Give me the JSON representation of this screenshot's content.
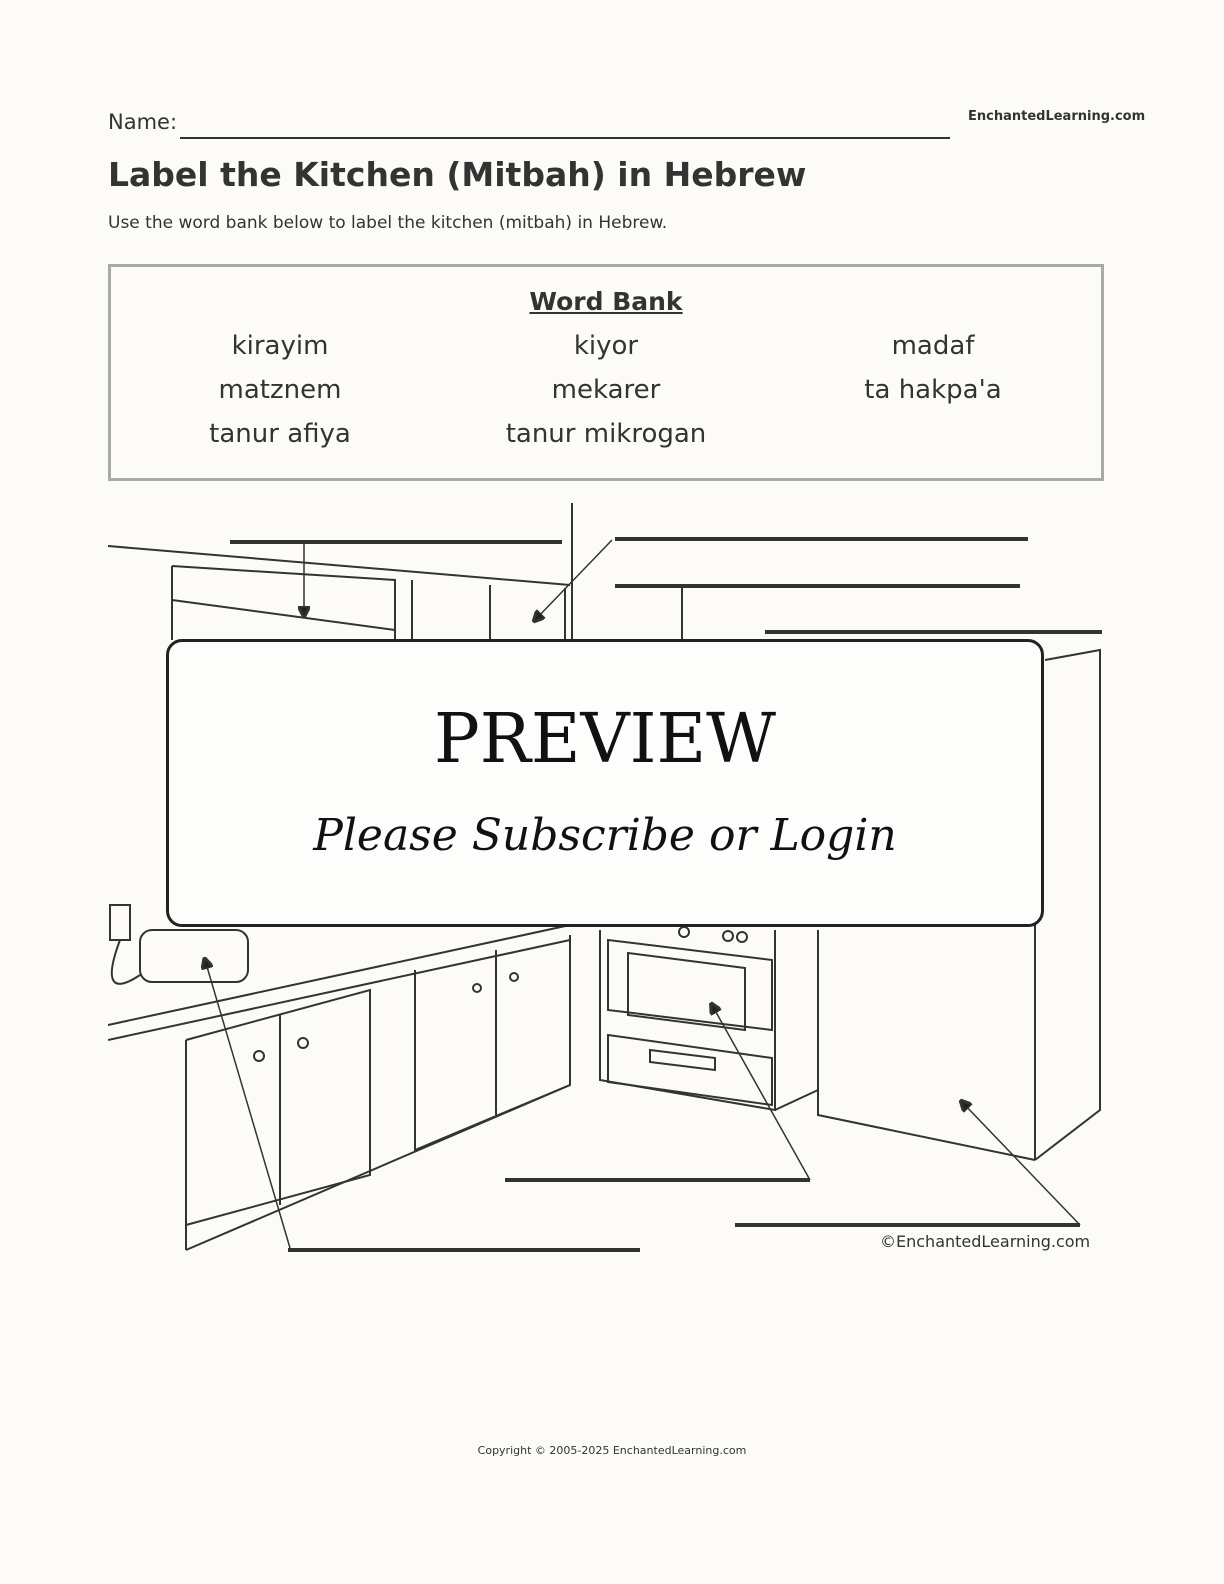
{
  "header": {
    "name_label": "Name:",
    "site": "EnchantedLearning.com",
    "title": "Label the Kitchen (Mitbah) in Hebrew",
    "instructions": "Use the word bank below to label the kitchen (mitbah) in Hebrew."
  },
  "word_bank": {
    "title": "Word Bank",
    "words": [
      "kirayim",
      "kiyor",
      "madaf",
      "matznem",
      "mekarer",
      "ta hakpa'a",
      "tanur afiya",
      "tanur mikrogan"
    ]
  },
  "illustration": {
    "credit": "©EnchantedLearning.com"
  },
  "preview": {
    "title": "PREVIEW",
    "subtitle": "Please Subscribe or Login"
  },
  "footer": {
    "copyright": "Copyright © 2005-2025 EnchantedLearning.com"
  }
}
